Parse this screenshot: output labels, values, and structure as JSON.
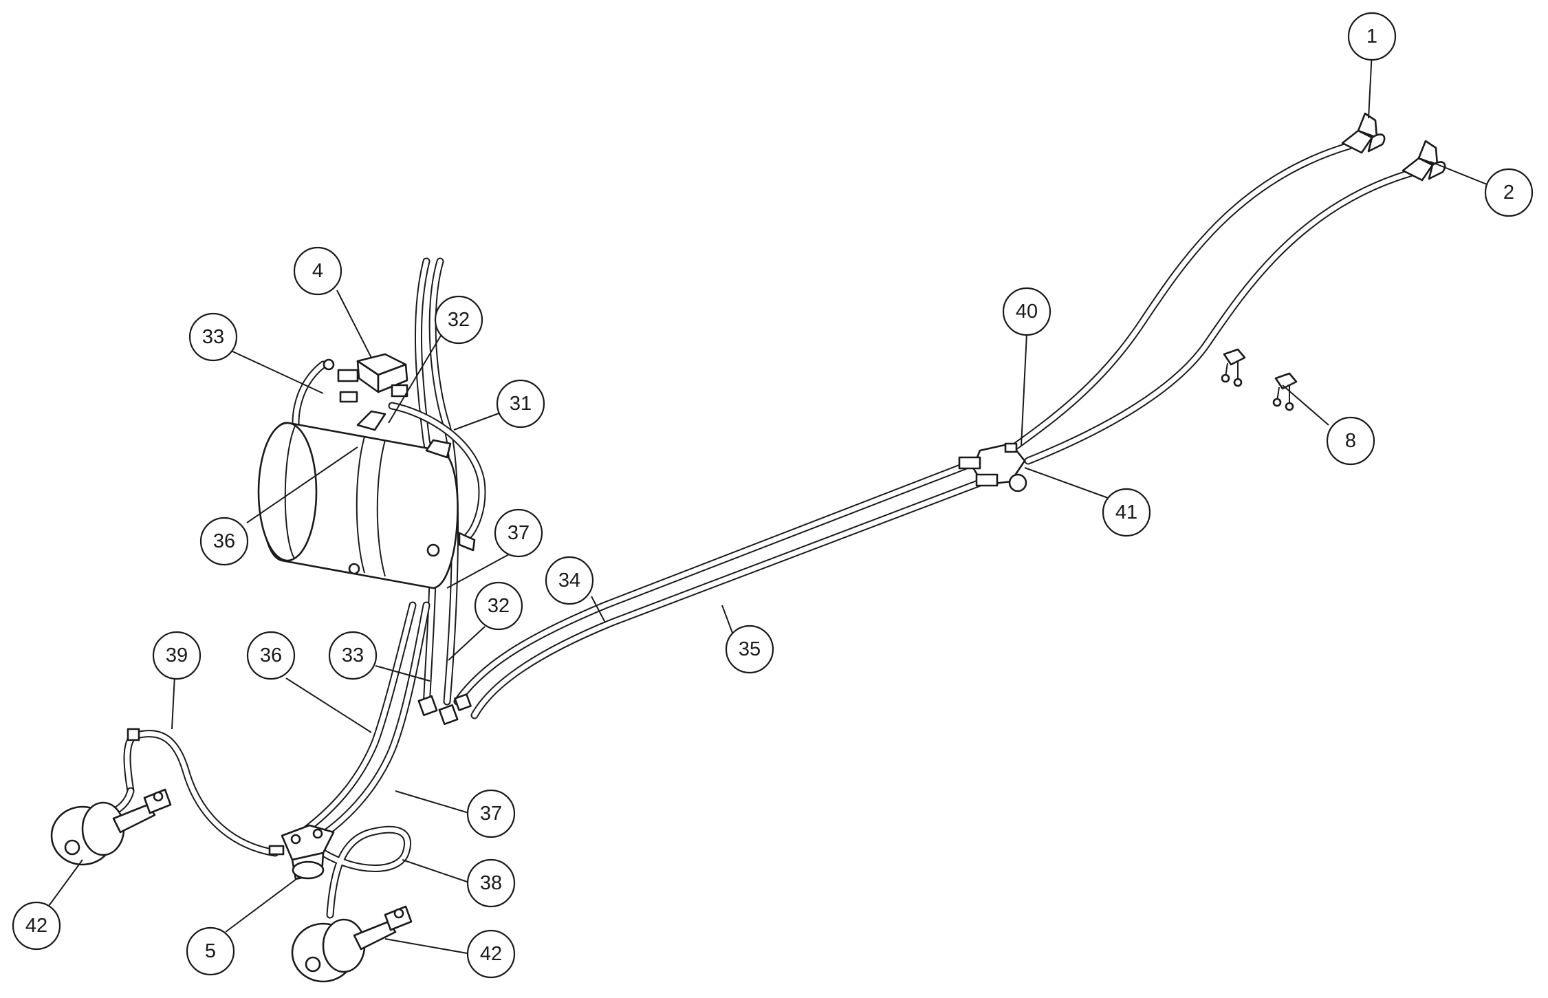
{
  "callouts": [
    {
      "id": "1",
      "label": "1"
    },
    {
      "id": "2",
      "label": "2"
    },
    {
      "id": "4",
      "label": "4"
    },
    {
      "id": "33a",
      "label": "33"
    },
    {
      "id": "32a",
      "label": "32"
    },
    {
      "id": "31",
      "label": "31"
    },
    {
      "id": "40",
      "label": "40"
    },
    {
      "id": "8",
      "label": "8"
    },
    {
      "id": "41",
      "label": "41"
    },
    {
      "id": "36a",
      "label": "36"
    },
    {
      "id": "37a",
      "label": "37"
    },
    {
      "id": "34",
      "label": "34"
    },
    {
      "id": "32b",
      "label": "32"
    },
    {
      "id": "35",
      "label": "35"
    },
    {
      "id": "39",
      "label": "39"
    },
    {
      "id": "36b",
      "label": "36"
    },
    {
      "id": "33b",
      "label": "33"
    },
    {
      "id": "37b",
      "label": "37"
    },
    {
      "id": "38",
      "label": "38"
    },
    {
      "id": "42a",
      "label": "42"
    },
    {
      "id": "5",
      "label": "5"
    },
    {
      "id": "42b",
      "label": "42"
    }
  ]
}
